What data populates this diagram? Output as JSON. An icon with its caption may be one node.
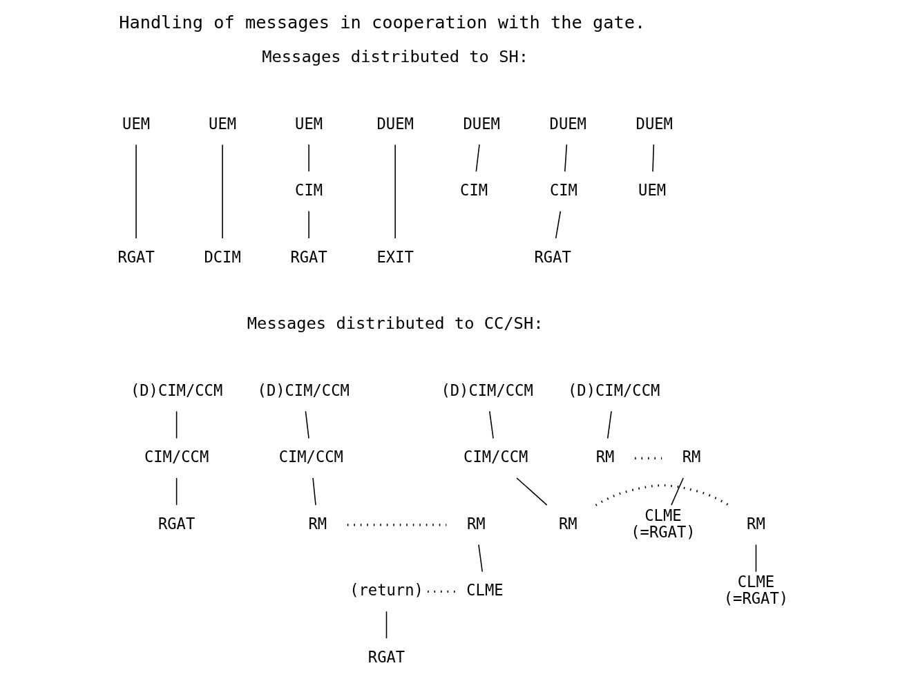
{
  "diagram": {
    "title": "Handling of messages in cooperation with the gate.",
    "nodes": [
      {
        "text": [
          "UEM"
        ]
      },
      {
        "text": [
          "RGAT"
        ]
      },
      {
        "text": [
          "UEM"
        ]
      },
      {
        "text": [
          "DCIM"
        ]
      },
      {
        "text": [
          "UEM"
        ]
      },
      {
        "text": [
          "CIM"
        ]
      },
      {
        "text": [
          "RGAT"
        ]
      },
      {
        "text": [
          "DUEM"
        ]
      },
      {
        "text": [
          "EXIT"
        ]
      },
      {
        "text": [
          "DUEM"
        ]
      },
      {
        "text": [
          "CIM"
        ]
      },
      {
        "text": [
          "DUEM"
        ]
      },
      {
        "text": [
          "CIM"
        ]
      },
      {
        "text": [
          "RGAT"
        ]
      },
      {
        "text": [
          "DUEM"
        ]
      },
      {
        "text": [
          "UEM"
        ]
      },
      {
        "text": [
          "(D)CIM/CCM"
        ]
      },
      {
        "text": [
          "CIM/CCM"
        ]
      },
      {
        "text": [
          "RGAT"
        ]
      },
      {
        "text": [
          "(D)CIM/CCM"
        ]
      },
      {
        "text": [
          "CIM/CCM"
        ]
      },
      {
        "text": [
          "RM"
        ]
      },
      {
        "text": [
          "RM"
        ]
      },
      {
        "text": [
          "CLME"
        ]
      },
      {
        "text": [
          "(return)"
        ]
      },
      {
        "text": [
          "RGAT"
        ]
      },
      {
        "text": [
          "(D)CIM/CCM"
        ]
      },
      {
        "text": [
          "CIM/CCM"
        ]
      },
      {
        "text": [
          "RM"
        ]
      },
      {
        "text": [
          "RM"
        ]
      },
      {
        "text": [
          "CLME"
        ],
        "beside": [
          "(=RGAT)"
        ]
      },
      {
        "text": [
          "(D)CIM/CCM"
        ]
      },
      {
        "text": [
          "RM"
        ]
      },
      {
        "text": [
          "RM"
        ]
      },
      {
        "text": [
          "CLME"
        ],
        "beside": [
          "(=RGAT)"
        ]
      }
    ],
    "edges": [
      {
        "from": 0,
        "to": 1,
        "arrow": "none"
      },
      {
        "from": 2,
        "to": 3,
        "arrow": "none"
      },
      {
        "from": 4,
        "to": 5,
        "arrow": "none"
      },
      {
        "from": 5,
        "to": 6,
        "arrow": "none"
      },
      {
        "from": 7,
        "to": 8,
        "arrow": "none"
      },
      {
        "from": 9,
        "to": 10,
        "arrow": "none"
      },
      {
        "from": 11,
        "to": 12,
        "arrow": "none"
      },
      {
        "from": 12,
        "to": 13,
        "arrow": "none"
      },
      {
        "from": 14,
        "to": 15,
        "arrow": "none"
      },
      {
        "from": 16,
        "to": 17,
        "arrow": "none"
      },
      {
        "from": 17,
        "to": 18,
        "arrow": "none"
      },
      {
        "from": 19,
        "to": 20,
        "arrow": "none"
      },
      {
        "from": 20,
        "to": 21,
        "arrow": "none"
      },
      {
        "from": 21,
        "to": 22,
        "arrow": "none",
        "style": "dashed"
      },
      {
        "from": 22,
        "to": 23,
        "arrow": "none"
      },
      {
        "from": 24,
        "to": 23,
        "arrow": "none",
        "style": "dashed"
      },
      {
        "from": 24,
        "to": 25,
        "arrow": "none"
      },
      {
        "from": 26,
        "to": 27,
        "arrow": "none"
      },
      {
        "from": 27,
        "to": 28,
        "arrow": "none"
      },
      {
        "from": 28,
        "to": 29,
        "arrow": "none",
        "style": "dashed"
      },
      {
        "from": 29,
        "to": 30,
        "arrow": "none"
      },
      {
        "from": 31,
        "to": 32,
        "arrow": "none"
      },
      {
        "from": 32,
        "to": 33,
        "arrow": "none",
        "style": "dashed"
      },
      {
        "from": 33,
        "to": 34,
        "arrow": "none"
      }
    ],
    "labels": [
      "Messages distributed to SH:",
      "Messages distributed to CC/SH:"
    ]
  }
}
